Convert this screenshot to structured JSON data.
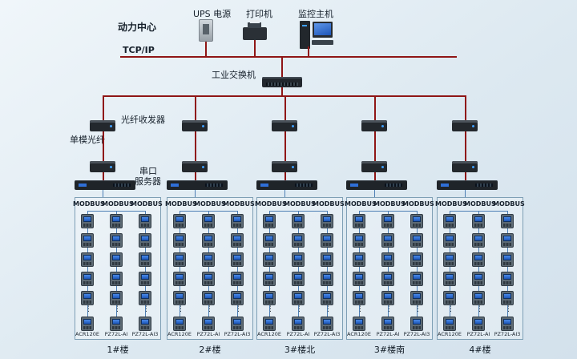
{
  "header": {
    "power_center": "动力中心",
    "tcpip_label": "TCP/IP",
    "switch_label": "工业交换机",
    "devices": [
      {
        "label": "UPS 电源"
      },
      {
        "label": "打印机"
      },
      {
        "label": "监控主机"
      }
    ]
  },
  "annotations": {
    "fiber_transceiver": "光纤收发器",
    "single_mode_fiber": "单模光纤",
    "serial_server_line1": "串口",
    "serial_server_line2": "服务器"
  },
  "groups": [
    {
      "label": "1#楼",
      "buses": [
        "MODBUS",
        "MODBUS",
        "MODBUS"
      ],
      "models": [
        "ACR120E",
        "PZ72L-AI",
        "PZ72L-AI3"
      ]
    },
    {
      "label": "2#楼",
      "buses": [
        "MODBUS",
        "MODBUS",
        "MODBUS"
      ],
      "models": [
        "ACR120E",
        "PZ72L-AI",
        "PZ72L-AI3"
      ]
    },
    {
      "label": "3#楼北",
      "buses": [
        "MODBUS",
        "MODBUS",
        "MODBUS"
      ],
      "models": [
        "ACR120E",
        "PZ72L-AI",
        "PZ72L-AI3"
      ]
    },
    {
      "label": "3#楼南",
      "buses": [
        "MODBUS",
        "MODBUS",
        "MODBUS"
      ],
      "models": [
        "ACR120E",
        "PZ72L-AI",
        "PZ72L-AI3"
      ]
    },
    {
      "label": "4#楼",
      "buses": [
        "MODBUS",
        "MODBUS",
        "MODBUS"
      ],
      "models": [
        "ACR120E",
        "PZ72L-AI",
        "PZ72L-AI3"
      ]
    }
  ],
  "colors": {
    "backbone_line": "#8f1616",
    "modbus_line": "#4d7fb5"
  }
}
